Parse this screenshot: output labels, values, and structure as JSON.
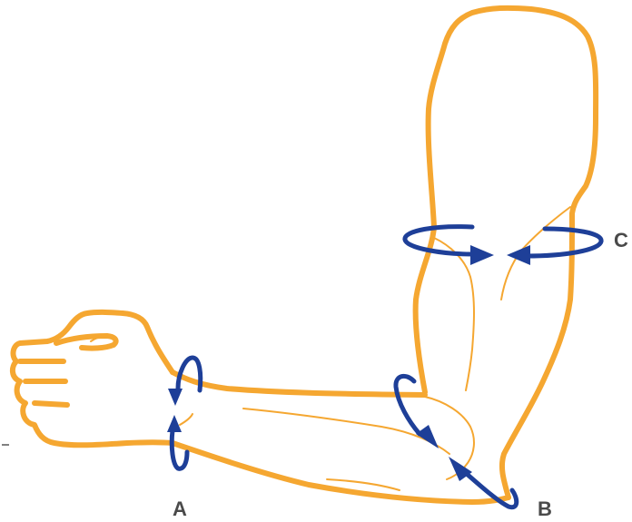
{
  "colors": {
    "arm_outline": "#F5A731",
    "arrow": "#1E3F98",
    "label": "#4A4A4A",
    "tick": "#555555"
  },
  "icons": {
    "arm": "arm-outline-icon",
    "measure_arrow": "circumference-arrow-icon"
  },
  "labels": {
    "a": "A",
    "b": "B",
    "c": "C"
  }
}
